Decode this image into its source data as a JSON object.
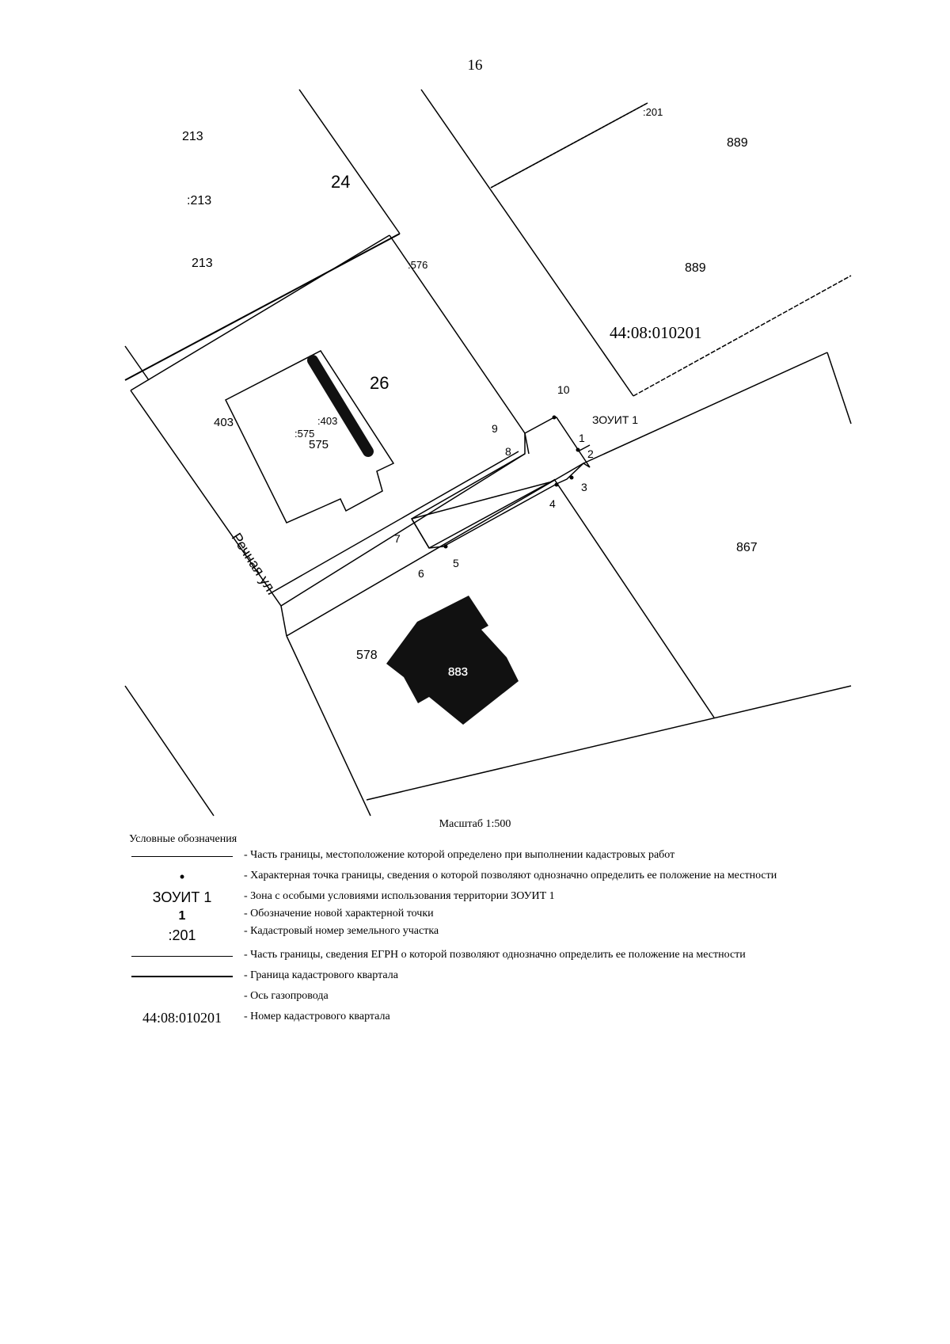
{
  "page_number": "16",
  "map": {
    "parcel_labels": {
      "p213_a": "213",
      "p213_b": ":213",
      "p213_c": "213",
      "p24": "24",
      "p576": ":576",
      "p201": ":201",
      "p889_a": "889",
      "p889_b": "889",
      "p26": "26",
      "p403_a": "403",
      "p403_b": ":403",
      "p575_a": ":575",
      "p575_b": "575",
      "p578": "578",
      "p867": "867",
      "p883": "883"
    },
    "quarter_number": "44:08:010201",
    "zone_label": "ЗОУИТ 1",
    "street_label": "Речная ул.",
    "points": [
      "1",
      "2",
      "3",
      "4",
      "5",
      "6",
      "7",
      "8",
      "9",
      "10"
    ]
  },
  "scale_text": "Масштаб 1:500",
  "legend": {
    "title": "Условные обозначения",
    "items": [
      {
        "symbol": "",
        "text": "- Часть границы, местоположение которой определено при выполнении кадастровых работ"
      },
      {
        "symbol": "•",
        "text": "- Характерная точка границы, сведения о которой позволяют однозначно определить ее положение на местности"
      },
      {
        "symbol": "ЗОУИТ 1",
        "text": "- Зона с особыми условиями использования территории ЗОУИТ 1"
      },
      {
        "symbol": "1",
        "text": "- Обозначение новой характерной точки"
      },
      {
        "symbol": ":201",
        "text": "- Кадастровый номер земельного участка"
      },
      {
        "symbol": "",
        "text": "- Часть границы, сведения ЕГРН о которой позволяют однозначно определить ее положение на местности"
      },
      {
        "symbol": "",
        "text": "- Граница кадастрового квартала"
      },
      {
        "symbol": "",
        "text": "- Ось газопровода"
      },
      {
        "symbol": "44:08:010201",
        "text": "- Номер кадастрового квартала"
      }
    ]
  }
}
